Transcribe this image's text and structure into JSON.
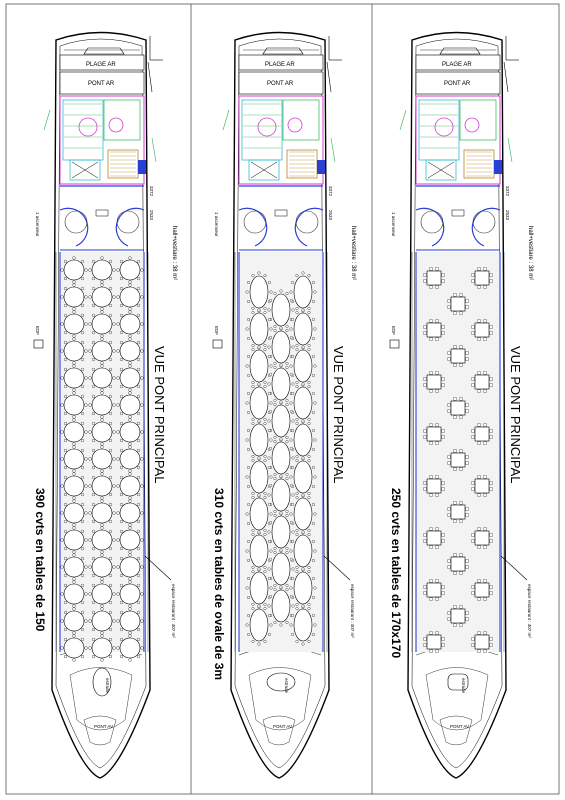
{
  "panels": [
    {
      "layout": "round",
      "plage_label": "PLAGE AR",
      "pont_ar_label": "PONT AR",
      "pont_av_label": "PONT AV",
      "hall_label": "hall+vestiare : 38 m²",
      "edf_label": "EDF",
      "view_label": "VUE PONT PRINCIPAL",
      "capacity_label": "390 cvts en tables de 150",
      "area_label": "espace restaurant : 407 m²",
      "bow_table_label": "estrade",
      "dim_label_1": "3372",
      "dim_label_2": "2533",
      "note_label": "1 ascenseur"
    },
    {
      "layout": "oval",
      "plage_label": "PLAGE AR",
      "pont_ar_label": "PONT AR",
      "pont_av_label": "PONT AV",
      "hall_label": "hall+vestiare : 38 m²",
      "edf_label": "EDF",
      "view_label": "VUE PONT PRINCIPAL",
      "capacity_label": "310 cvts en tables de ovale de 3m",
      "area_label": "espace restaurant : 407 m²",
      "bow_table_label": "estrade",
      "dim_label_1": "3372",
      "dim_label_2": "2533",
      "note_label": "1 ascenseur"
    },
    {
      "layout": "square",
      "plage_label": "PLAGE AR",
      "pont_ar_label": "PONT AR",
      "pont_av_label": "PONT AV",
      "hall_label": "hall+vestiare : 38 m²",
      "edf_label": "EDF",
      "view_label": "VUE PONT PRINCIPAL",
      "capacity_label": "250 cvts en tables de 170x170",
      "area_label": "espace restaurant : 407 m²",
      "bow_table_label": "estrade",
      "dim_label_1": "3372",
      "dim_label_2": "2533",
      "note_label": "1 ascenseur"
    }
  ],
  "colors": {
    "hull": "#000000",
    "wall_blue": "#2a3fd6",
    "wall_magenta": "#d63bd6",
    "accent_green": "#2bb34a",
    "accent_cyan": "#19b5c9",
    "accent_brown": "#b8862b",
    "floor": "#f3f3f3"
  }
}
